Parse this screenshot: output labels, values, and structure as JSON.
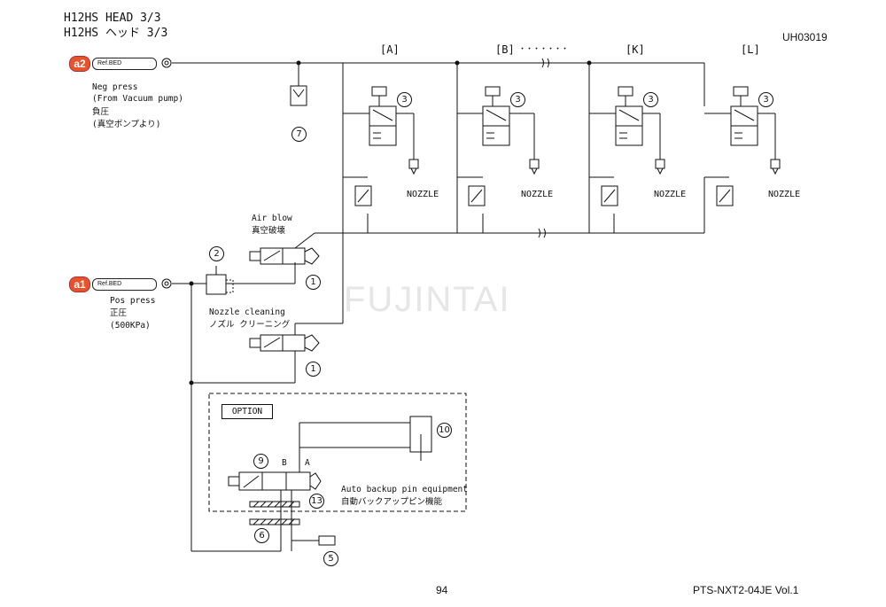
{
  "header": {
    "title_line1": "H12HS HEAD  3/3",
    "title_line2": "H12HS ヘッド  3/3",
    "code": "UH03019"
  },
  "inputs": {
    "a2": {
      "badge": "a2",
      "ref": "Ref.BED",
      "label_en1": "Neg press",
      "label_en2": "(From Vacuum pump)",
      "label_jp1": "負圧",
      "label_jp2": "(真空ポンプより)"
    },
    "a1": {
      "badge": "a1",
      "ref": "Ref.BED",
      "label_en1": "Pos press",
      "label_jp1": "正圧",
      "label_kpa": "(500KPa)"
    }
  },
  "columns": [
    "[A]",
    "[B]",
    "[K]",
    "[L]"
  ],
  "column_dots": "・・・・・・・",
  "nozzle_label": "NOZZLE",
  "valves": {
    "air_blow_en": "Air blow",
    "air_blow_jp": "真空破壊",
    "nozzle_cleaning_en": "Nozzle cleaning",
    "nozzle_cleaning_jp": "ノズル クリーニング"
  },
  "option": {
    "label": "OPTION",
    "desc_en": "Auto backup pin equipment",
    "desc_jp": "自動バックアップピン機能",
    "port_b": "B",
    "port_a": "A"
  },
  "numbers": {
    "n1": "1",
    "n2": "2",
    "n3": "3",
    "n5": "5",
    "n6": "6",
    "n7": "7",
    "n9": "9",
    "n10": "10",
    "n13": "13"
  },
  "watermark": "FUJINTAI",
  "footer": {
    "page": "94",
    "doc": "PTS-NXT2-04JE  Vol.1"
  }
}
